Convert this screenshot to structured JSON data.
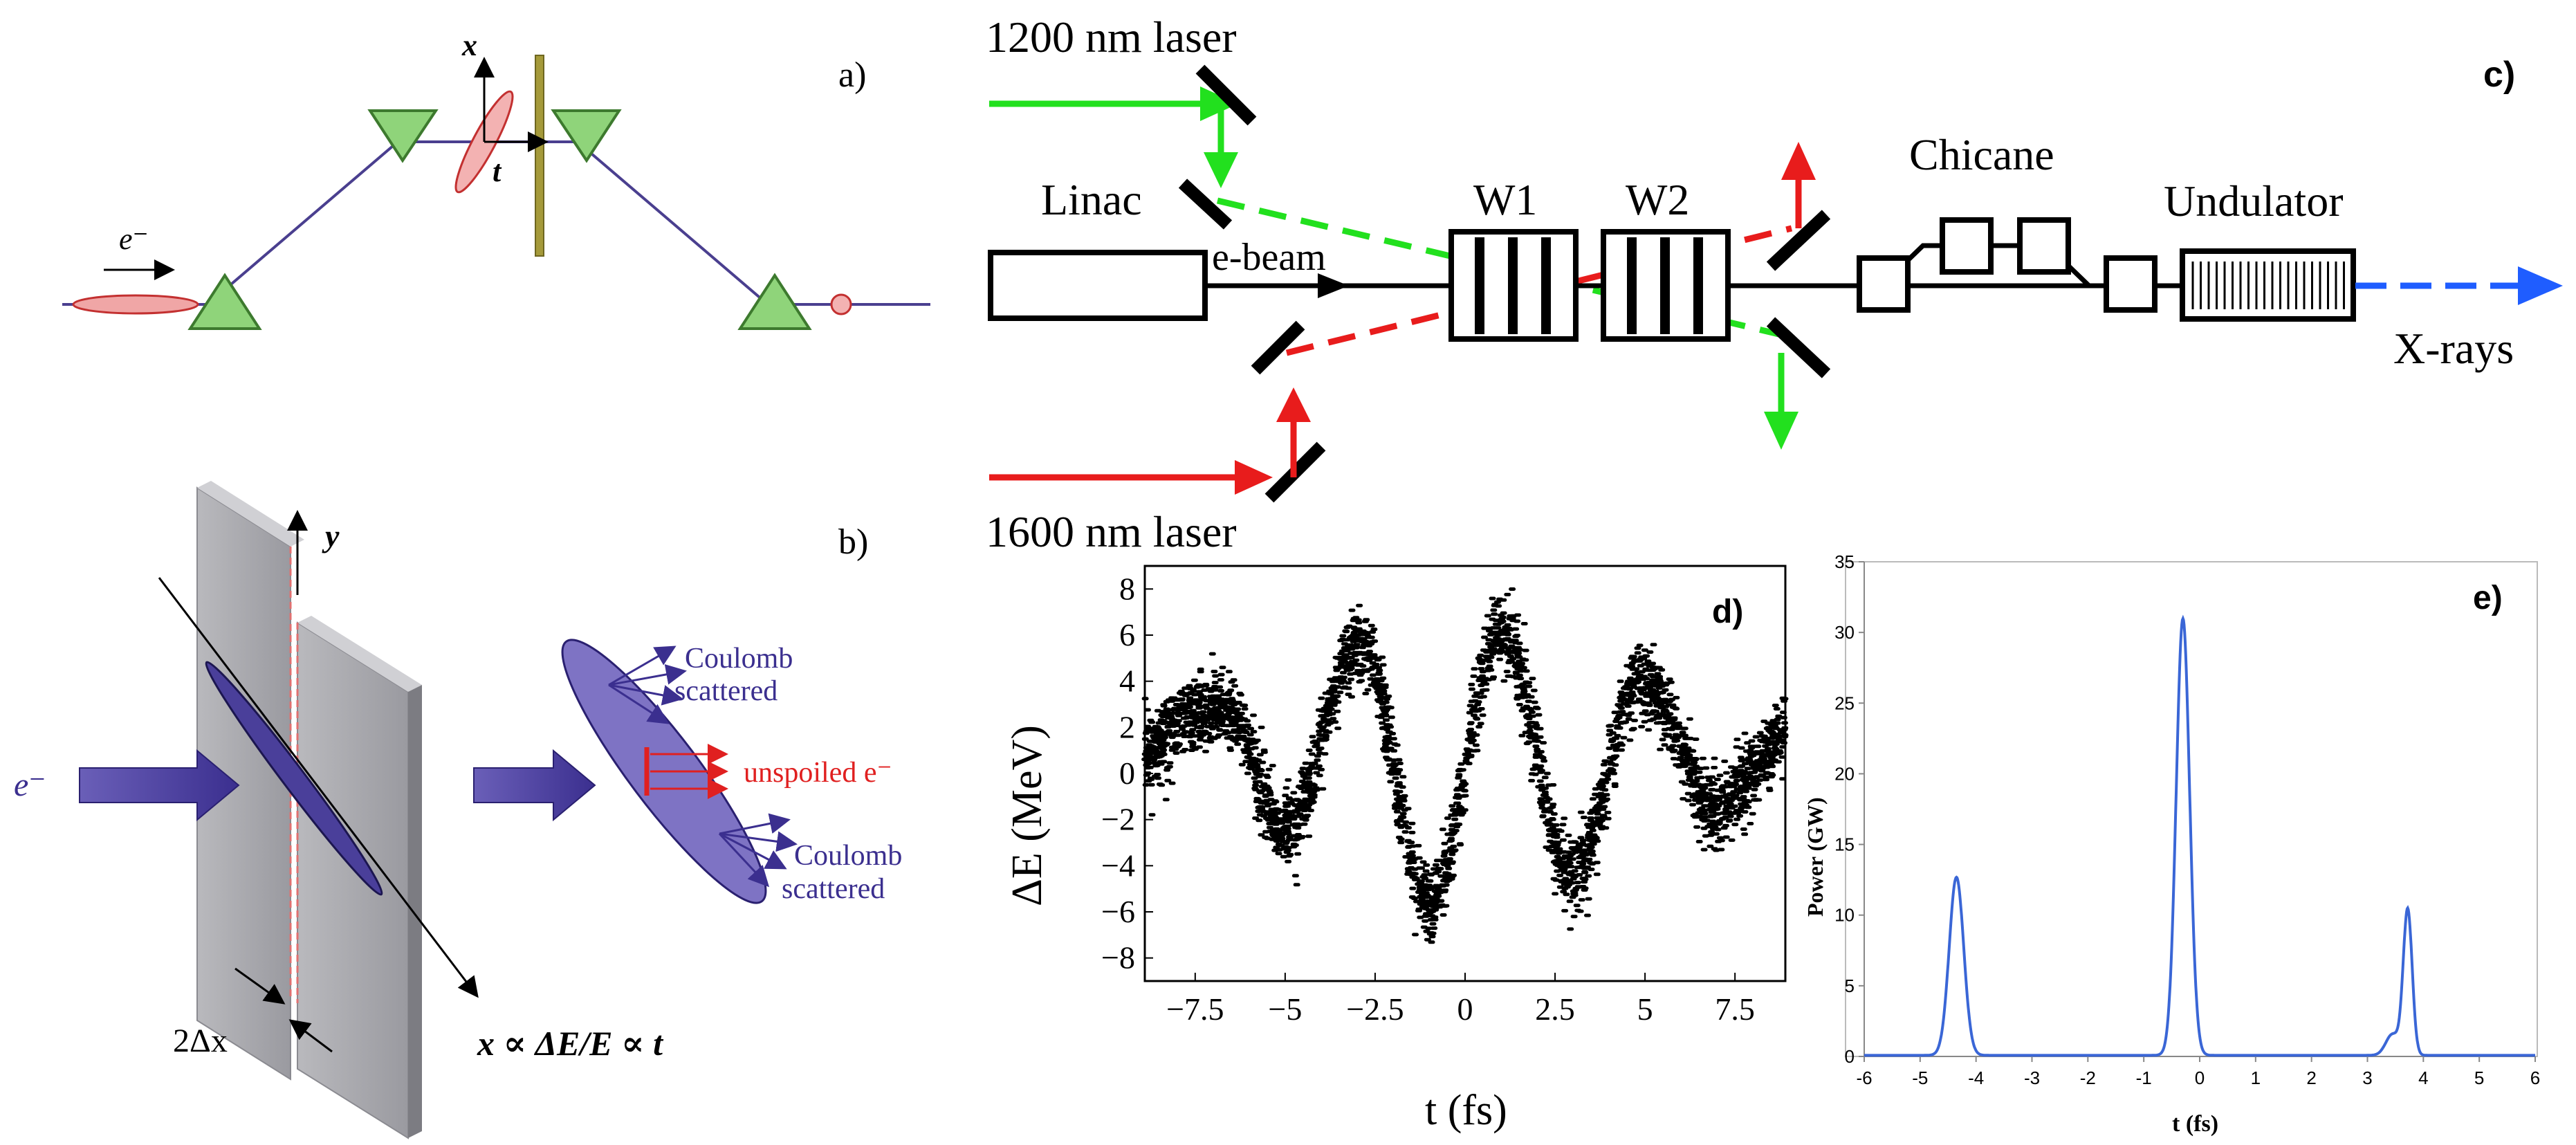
{
  "panel_a": {
    "label": "a)",
    "axis_x": "x",
    "axis_t": "t",
    "electron": "e⁻"
  },
  "panel_b": {
    "label": "b)",
    "axis_y": "y",
    "electron": "e⁻",
    "coulomb_top_1": "Coulomb",
    "coulomb_top_2": "scattered",
    "unspoiled": "unspoiled e⁻",
    "coulomb_bottom_1": "Coulomb",
    "coulomb_bottom_2": "scattered",
    "slit_width": "2Δx",
    "relation": "x ∝ ΔE/E ∝ t"
  },
  "panel_c": {
    "label": "c)",
    "laser_top": "1200 nm laser",
    "laser_bottom": "1600 nm laser",
    "linac": "Linac",
    "ebeam": "e-beam",
    "w1": "W1",
    "w2": "W2",
    "chicane": "Chicane",
    "undulator": "Undulator",
    "xrays": "X-rays"
  },
  "panel_d": {
    "label": "d)",
    "chart_data": {
      "type": "scatter",
      "xlabel": "t (fs)",
      "ylabel": "ΔE (MeV)",
      "xlim": [
        -8.9,
        8.9
      ],
      "ylim": [
        -9,
        9
      ],
      "xticks": [
        -7.5,
        -5,
        -2.5,
        0,
        2.5,
        5,
        7.5
      ],
      "xtick_labels": [
        "−7.5",
        "−5",
        "−2.5",
        "0",
        "2.5",
        "5",
        "7.5"
      ],
      "yticks": [
        -8,
        -6,
        -4,
        -2,
        0,
        2,
        4,
        6,
        8
      ],
      "ytick_labels": [
        "−8",
        "−6",
        "−4",
        "−2",
        "0",
        "2",
        "4",
        "6",
        "8"
      ],
      "envelope_x": [
        -8.9,
        -7.5,
        -6.6,
        -5.0,
        -2.9,
        -1.0,
        1.0,
        3.0,
        4.9,
        7.0,
        8.9
      ],
      "envelope_y": [
        1.0,
        2.6,
        2.7,
        -2.5,
        5.6,
        -5.6,
        6.0,
        -4.3,
        4.0,
        -1.5,
        1.5
      ],
      "band_halfwidth": 1.5
    }
  },
  "panel_e": {
    "label": "e)",
    "chart_data": {
      "type": "line",
      "xlabel": "t (fs)",
      "ylabel": "Power (GW)",
      "xlim": [
        -6,
        6
      ],
      "ylim": [
        0,
        35
      ],
      "xticks": [
        -6,
        -5,
        -4,
        -3,
        -2,
        -1,
        0,
        1,
        2,
        3,
        4,
        5,
        6
      ],
      "yticks": [
        0,
        5,
        10,
        15,
        20,
        25,
        30,
        35
      ],
      "line_color": "#3a66d6",
      "series": [
        {
          "peaks": [
            {
              "center": -4.35,
              "height": 12.6,
              "width": 0.13
            },
            {
              "center": -0.3,
              "height": 30.9,
              "width": 0.12
            },
            {
              "center": 3.72,
              "height": 10.3,
              "width": 0.08
            },
            {
              "center": 3.45,
              "height": 1.5,
              "width": 0.12
            }
          ]
        }
      ]
    }
  }
}
